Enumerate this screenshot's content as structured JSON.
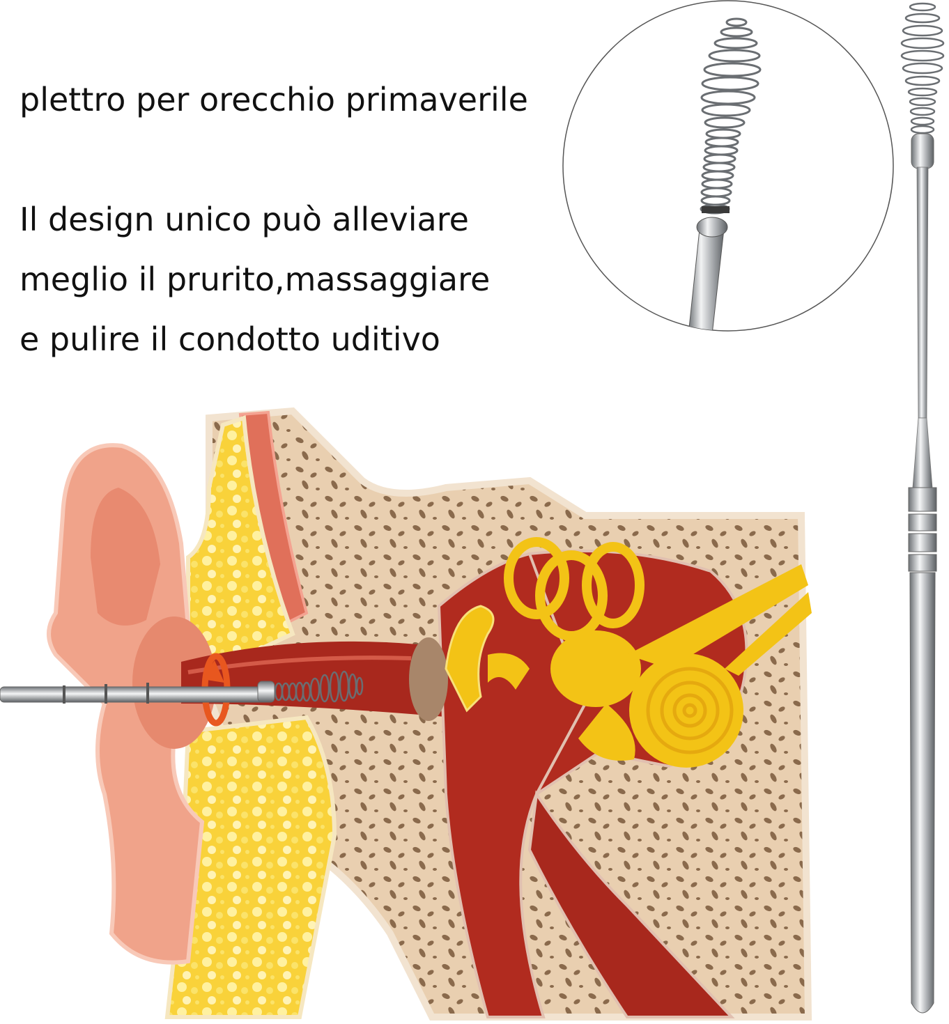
{
  "caption": {
    "title": "plettro per orecchio primaverile",
    "lines": [
      "Il design unico può alleviare",
      "meglio il prurito,massaggiare",
      "e pulire il condotto uditivo"
    ]
  },
  "colors": {
    "text": "#111111",
    "steel": "#b9bcbf",
    "skin": "#f0a38a",
    "fat": "#f9d23a",
    "bone": "#e9cfb0",
    "canal": "#a8281d",
    "inner_ear": "#f3c316"
  }
}
